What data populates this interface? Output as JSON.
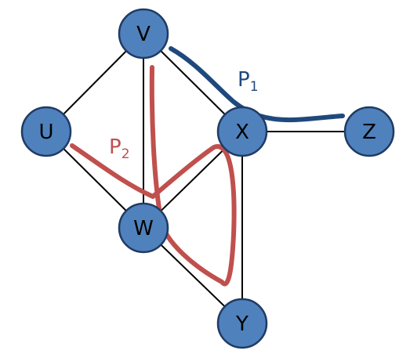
{
  "graph": {
    "node_fill": "#4f81bd",
    "nodes": [
      {
        "id": "V",
        "label": "V"
      },
      {
        "id": "U",
        "label": "U"
      },
      {
        "id": "X",
        "label": "X"
      },
      {
        "id": "Z",
        "label": "Z"
      },
      {
        "id": "W",
        "label": "W"
      },
      {
        "id": "Y",
        "label": "Y"
      }
    ],
    "edges": [
      [
        "V",
        "U"
      ],
      [
        "V",
        "W"
      ],
      [
        "V",
        "X"
      ],
      [
        "U",
        "W"
      ],
      [
        "X",
        "W"
      ],
      [
        "X",
        "Y"
      ],
      [
        "X",
        "Z"
      ],
      [
        "W",
        "Y"
      ]
    ],
    "paths": [
      {
        "id": "P1",
        "letter": "P",
        "subscript": "1",
        "color": "#1f497d",
        "route": [
          "V",
          "X",
          "Z"
        ]
      },
      {
        "id": "P2",
        "letter": "P",
        "subscript": "2",
        "color": "#c0504d",
        "route": [
          "U",
          "W",
          "X",
          "Y",
          "W",
          "V"
        ]
      }
    ]
  }
}
